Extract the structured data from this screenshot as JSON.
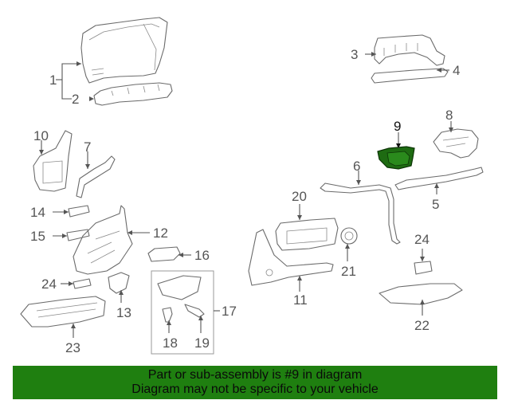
{
  "diagram": {
    "callouts": [
      {
        "id": "1",
        "text": "1"
      },
      {
        "id": "2",
        "text": "2"
      },
      {
        "id": "3",
        "text": "3"
      },
      {
        "id": "4",
        "text": "4"
      },
      {
        "id": "5",
        "text": "5"
      },
      {
        "id": "6",
        "text": "6"
      },
      {
        "id": "7",
        "text": "7"
      },
      {
        "id": "8",
        "text": "8"
      },
      {
        "id": "9",
        "text": "9"
      },
      {
        "id": "10",
        "text": "10"
      },
      {
        "id": "11",
        "text": "11"
      },
      {
        "id": "12",
        "text": "12"
      },
      {
        "id": "13",
        "text": "13"
      },
      {
        "id": "14",
        "text": "14"
      },
      {
        "id": "15",
        "text": "15"
      },
      {
        "id": "16",
        "text": "16"
      },
      {
        "id": "17",
        "text": "17"
      },
      {
        "id": "18",
        "text": "18"
      },
      {
        "id": "19",
        "text": "19"
      },
      {
        "id": "20",
        "text": "20"
      },
      {
        "id": "21",
        "text": "21"
      },
      {
        "id": "22",
        "text": "22"
      },
      {
        "id": "23",
        "text": "23"
      },
      {
        "id": "24a",
        "text": "24"
      },
      {
        "id": "24b",
        "text": "24"
      }
    ],
    "highlighted_part": "9",
    "highlight_color": "#1e6b12"
  },
  "banner": {
    "line1": "Part or sub-assembly is #9 in diagram",
    "line2": "Diagram may not be specific to your vehicle",
    "background": "#1f7f10"
  }
}
